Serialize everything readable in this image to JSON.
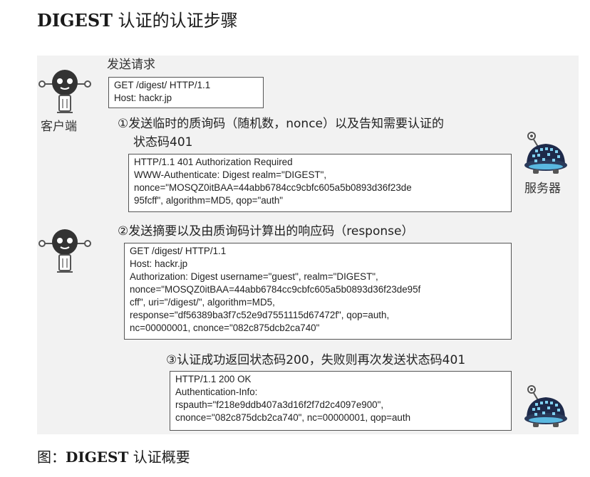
{
  "title": {
    "bold": "DIGEST",
    "rest": " 认证的认证步骤"
  },
  "labels": {
    "client": "客户端",
    "server": "服务器",
    "send_request": "发送请求"
  },
  "request1": [
    "GET /digest/ HTTP/1.1",
    "Host: hackr.jp"
  ],
  "step1": {
    "line1": "①发送临时的质询码（随机数，nonce）以及告知需要认证的",
    "line2": "状态码401"
  },
  "response1": [
    "HTTP/1.1 401 Authorization Required",
    "WWW-Authenticate: Digest realm=\"DIGEST\",",
    "nonce=\"MOSQZ0itBAA=44abb6784cc9cbfc605a5b0893d36f23de",
    "95fcff\", algorithm=MD5, qop=\"auth\""
  ],
  "step2": "②发送摘要以及由质询码计算出的响应码（response）",
  "request2": [
    "GET /digest/ HTTP/1.1",
    "Host: hackr.jp",
    "Authorization: Digest username=\"guest\", realm=\"DIGEST\",",
    "nonce=\"MOSQZ0itBAA=44abb6784cc9cbfc605a5b0893d36f23de95f",
    "cff\", uri=\"/digest/\", algorithm=MD5,",
    "response=\"df56389ba3f7c52e9d7551115d67472f\", qop=auth,",
    "nc=00000001, cnonce=\"082c875dcb2ca740\""
  ],
  "step3": "③认证成功返回状态码200，失败则再次发送状态码401",
  "response2": [
    "HTTP/1.1 200 OK",
    "Authentication-Info:",
    "rspauth=\"f218e9ddb407a3d16f2f7d2c4097e900\",",
    "cnonce=\"082c875dcb2ca740\", nc=00000001, qop=auth"
  ],
  "caption": {
    "prefix": "图：",
    "bold": "DIGEST",
    "rest": " 认证概要"
  }
}
